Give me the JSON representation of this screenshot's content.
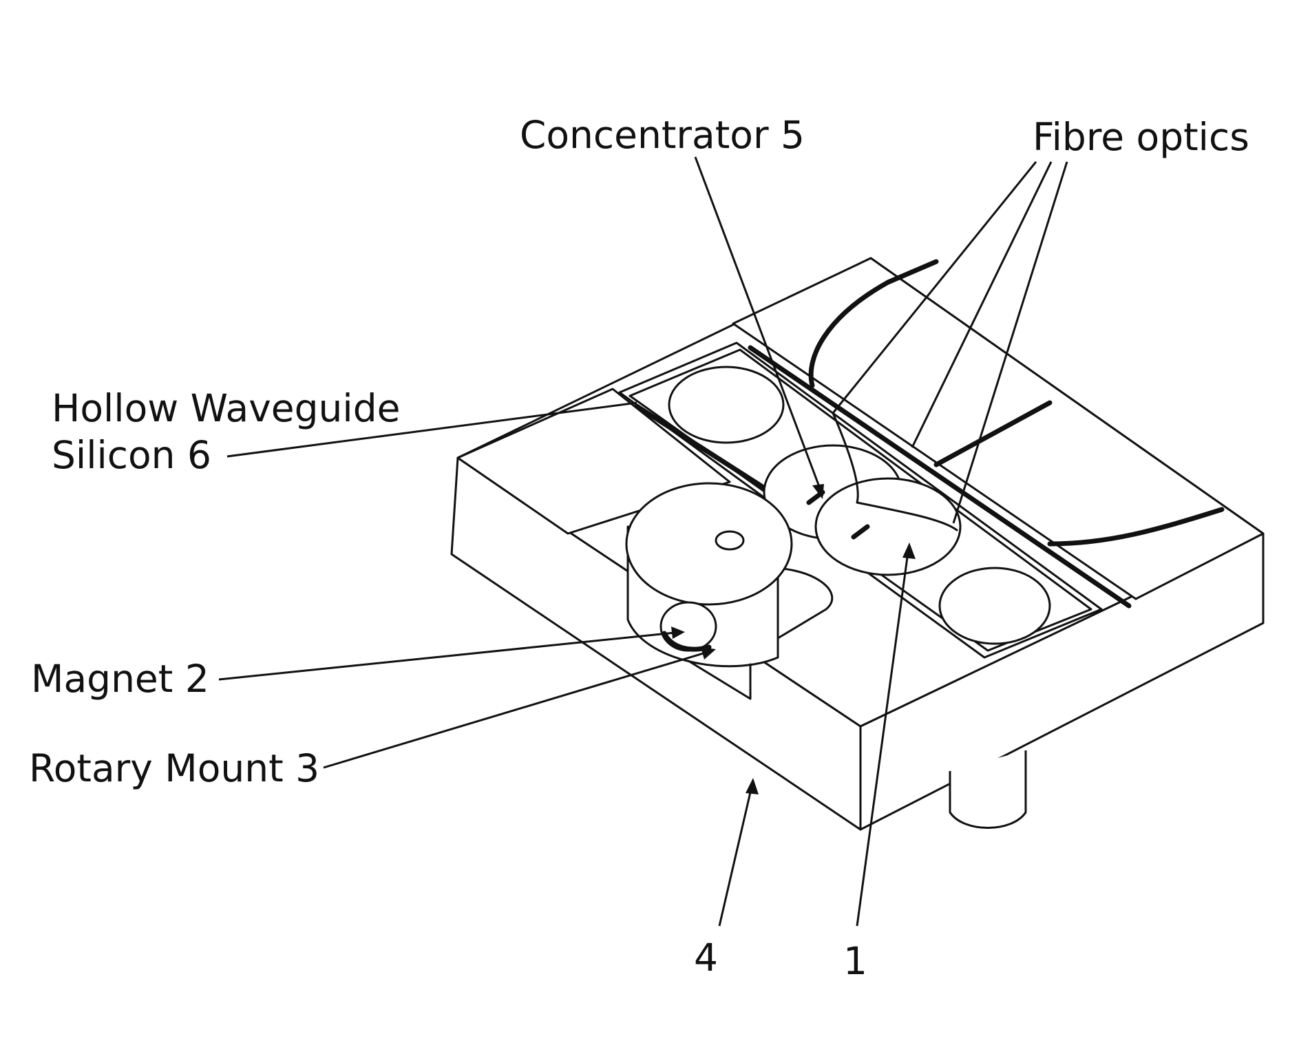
{
  "labels": {
    "concentrator": "Concentrator 5",
    "fibre_optics": "Fibre optics",
    "hollow_waveguide_line1": "Hollow Waveguide",
    "hollow_waveguide_line2": "Silicon 6",
    "magnet": "Magnet 2",
    "rotary_mount": "Rotary Mount 3",
    "ref_4": "4",
    "ref_1": "1"
  },
  "colors": {
    "line": "#111111",
    "background": "#ffffff"
  }
}
